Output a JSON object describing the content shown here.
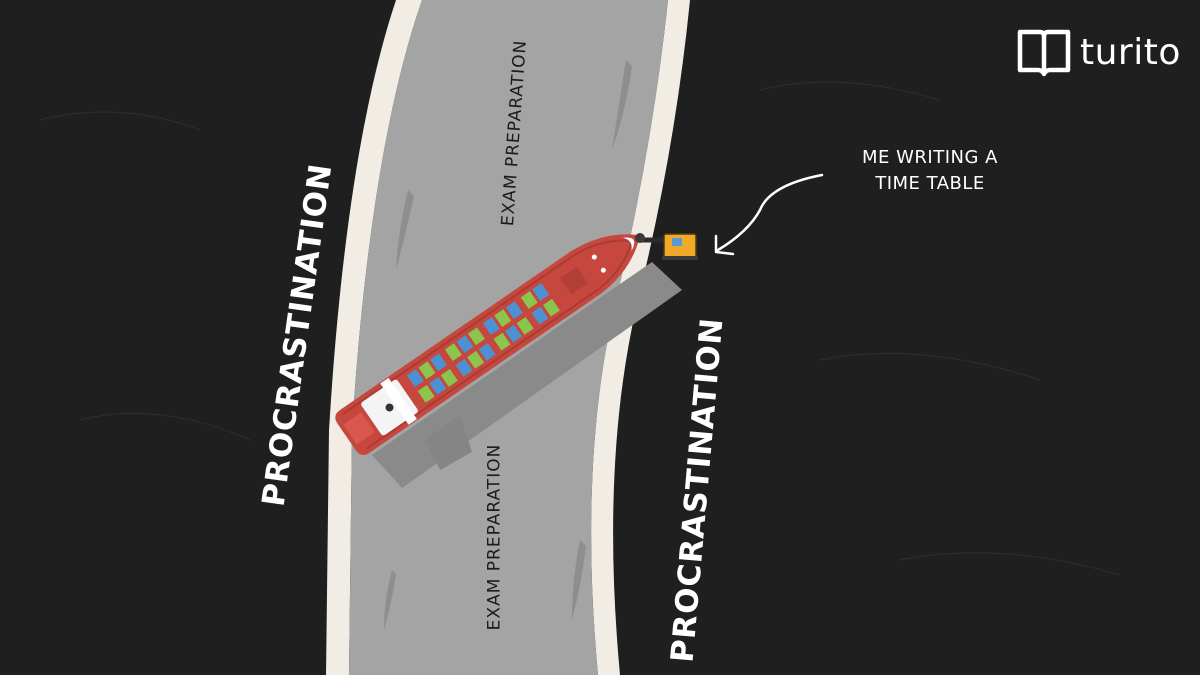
{
  "brand": {
    "name": "turito",
    "icon": "open-book-icon"
  },
  "banks": {
    "left_label": "PROCRASTINATION",
    "right_label": "PROCRASTINATION"
  },
  "canal": {
    "top_label": "EXAM PREPARATION",
    "bottom_label": "EXAM PREPARATION"
  },
  "annotation": {
    "line1": "ME WRITING A",
    "line2": "TIME TABLE"
  },
  "colors": {
    "background": "#1f1f1f",
    "canal_water": "#a4a4a4",
    "canal_bank": "#f1ede4",
    "ship_hull": "#c6473e",
    "container_blue": "#4c91d2",
    "container_green": "#8bc54d",
    "excavator": "#f0a928"
  }
}
